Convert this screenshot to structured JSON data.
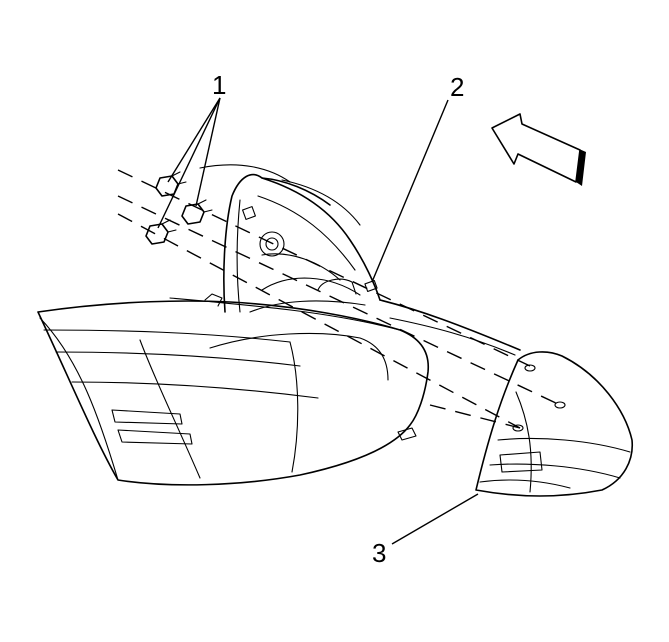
{
  "callouts": {
    "one": "1",
    "two": "2",
    "three": "3"
  },
  "colors": {
    "ink": "#000000",
    "background": "#ffffff"
  },
  "parts": {
    "fasteners": "nut-icon",
    "direction": "arrow-icon"
  }
}
